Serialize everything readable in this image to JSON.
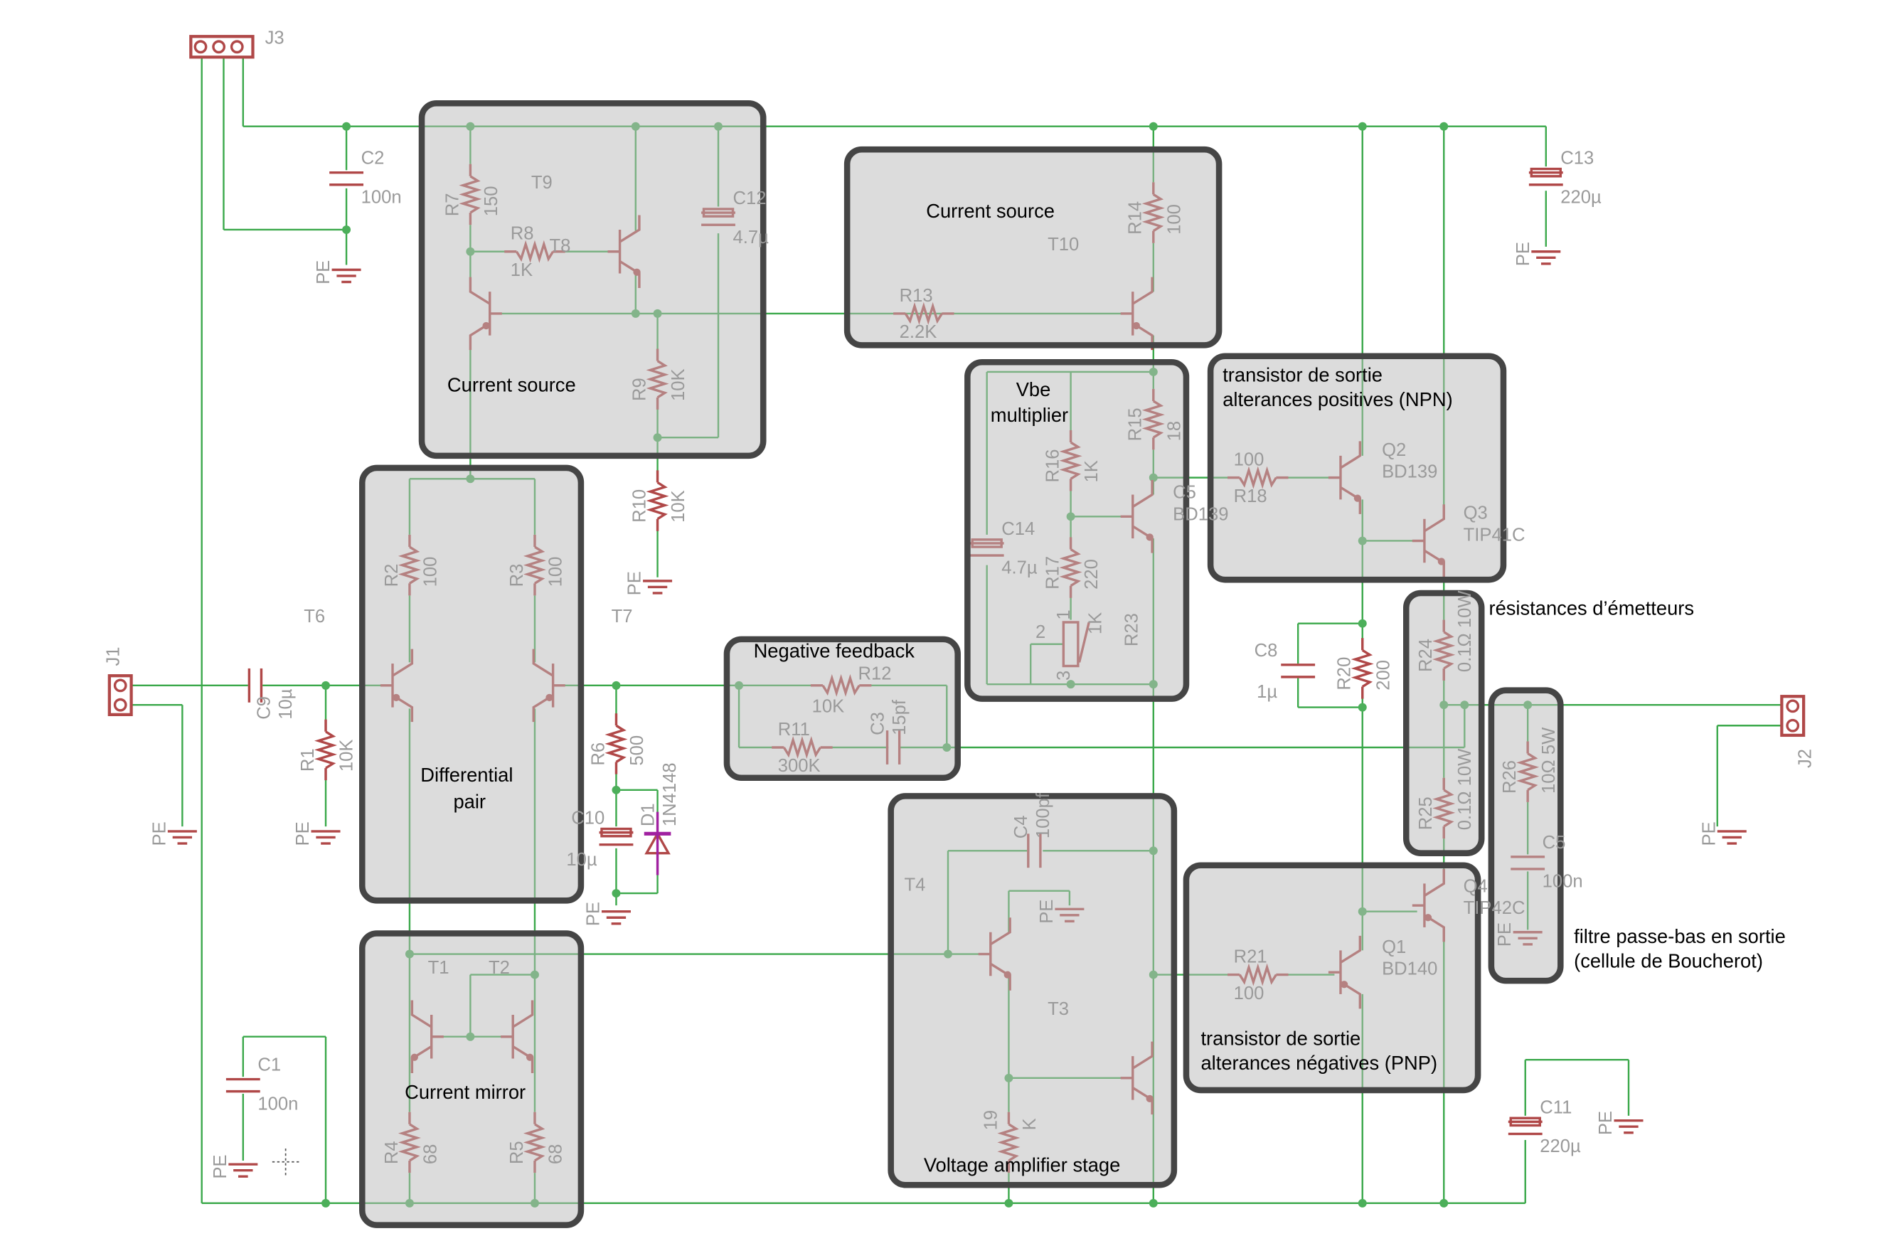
{
  "ground_label": "PE",
  "blocks": {
    "current_source_1": "Current source",
    "current_source_2": "Current source",
    "vbe_1": "Vbe",
    "vbe_2": "multiplier",
    "npn_1": "transistor de sortie",
    "npn_2": "alterances positives (NPN)",
    "emitter_res": "résistances d’émetteurs",
    "diff_1": "Differential",
    "diff_2": "pair",
    "neg_fb": "Negative feedback",
    "boucherot_1": "filtre passe-bas en sortie",
    "boucherot_2": "(cellule de Boucherot)",
    "mirror": "Current mirror",
    "vas": "Voltage amplifier stage",
    "pnp_1": "transistor de sortie",
    "pnp_2": "alterances négatives (PNP)"
  },
  "connectors": {
    "J1": "J1",
    "J2": "J2",
    "J3": "J3",
    "pin1": "1",
    "pin2": "2",
    "pin3": "3"
  },
  "parts": {
    "R1": [
      "R1",
      "10K"
    ],
    "R2": [
      "R2",
      "100"
    ],
    "R3": [
      "R3",
      "100"
    ],
    "R4": [
      "R4",
      "68"
    ],
    "R5": [
      "R5",
      "68"
    ],
    "R6": [
      "R6",
      "500"
    ],
    "R7": [
      "R7",
      "150"
    ],
    "R8": [
      "R8",
      "1K"
    ],
    "R9": [
      "R9",
      "10K"
    ],
    "R10": [
      "R10",
      "10K"
    ],
    "R11": [
      "R11",
      "300K"
    ],
    "R12": [
      "R12",
      "10K"
    ],
    "R13": [
      "R13",
      "2.2K"
    ],
    "R14": [
      "R14",
      "100"
    ],
    "R15": [
      "R15",
      "18"
    ],
    "R16": [
      "R16",
      "1K"
    ],
    "R17": [
      "R17",
      "220"
    ],
    "R18": [
      "R18",
      "100"
    ],
    "R19": [
      "19",
      "K"
    ],
    "R20": [
      "R20",
      "200"
    ],
    "R21": [
      "R21",
      "100"
    ],
    "R23": [
      "R23",
      "1K"
    ],
    "R24": [
      "R24",
      "0.1Ω 10W"
    ],
    "R25": [
      "R25",
      "0.1Ω 10W"
    ],
    "R26": [
      "R26",
      "10Ω 5W"
    ],
    "C1": [
      "C1",
      "100n"
    ],
    "C2": [
      "C2",
      "100n"
    ],
    "C3": [
      "C3",
      "15pf"
    ],
    "C4": [
      "C4",
      "100pf"
    ],
    "C5": [
      "C5",
      "100n"
    ],
    "C8": [
      "C8",
      "1µ"
    ],
    "C9": [
      "C9",
      "10µ"
    ],
    "C10": [
      "C10",
      "10µ"
    ],
    "C11": [
      "C11",
      "220µ"
    ],
    "C12": [
      "C12",
      "4.7µ"
    ],
    "C13": [
      "C13",
      "220µ"
    ],
    "C14": [
      "C14",
      "4.7µ"
    ],
    "D1": [
      "D1",
      "1N4148"
    ],
    "T1": [
      "T1",
      ""
    ],
    "T2": [
      "T2",
      ""
    ],
    "T3": [
      "T3",
      ""
    ],
    "T4": [
      "T4",
      ""
    ],
    "T6": [
      "T6",
      ""
    ],
    "T7": [
      "T7",
      ""
    ],
    "T8": [
      "T8",
      ""
    ],
    "T9": [
      "T9",
      ""
    ],
    "T10": [
      "T10",
      ""
    ],
    "Q1": [
      "Q1",
      "BD140"
    ],
    "Q2": [
      "Q2",
      "BD139"
    ],
    "Q3": [
      "Q3",
      "TIP41C"
    ],
    "Q4": [
      "Q4",
      "TIP42C"
    ],
    "Q5": [
      "C5",
      "BD139"
    ]
  },
  "colors": {
    "wire": "#3aa84a",
    "part": "#b04848",
    "box_border": "#454545"
  }
}
